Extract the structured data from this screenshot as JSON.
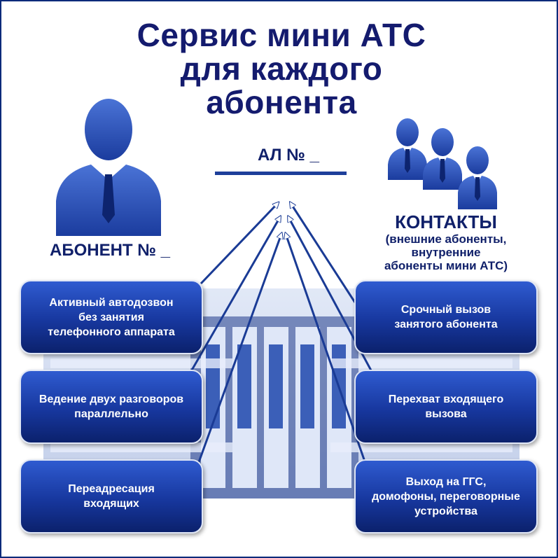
{
  "title": {
    "line1": "Сервис мини АТС",
    "line2": "для каждого",
    "line3": "абонента"
  },
  "al_label": "АЛ № _",
  "abonent_label": "АБОНЕНТ № _",
  "contacts": {
    "title": "КОНТАКТЫ",
    "line1": "(внешние абоненты,",
    "line2": "внутренние",
    "line3": "абоненты мини АТС)"
  },
  "left_boxes": [
    {
      "line1": "Активный автодозвон",
      "line2": "без занятия",
      "line3": "телефонного аппарата"
    },
    {
      "line1": "Ведение двух разговоров",
      "line2": "параллельно"
    },
    {
      "line1": "Переадресация",
      "line2": "входящих"
    }
  ],
  "right_boxes": [
    {
      "line1": "Срочный вызов",
      "line2": "занятого абонента"
    },
    {
      "line1": "Перехват входящего",
      "line2": "вызова"
    },
    {
      "line1": "Выход на ГГС,",
      "line2": "домофоны, переговорные",
      "line3": "устройства"
    }
  ],
  "colors": {
    "title": "#141b6e",
    "box_top": "#2f5bd0",
    "box_bottom": "#0b216c",
    "arrow": "#1a3b95",
    "figure": "#2a56c4"
  }
}
